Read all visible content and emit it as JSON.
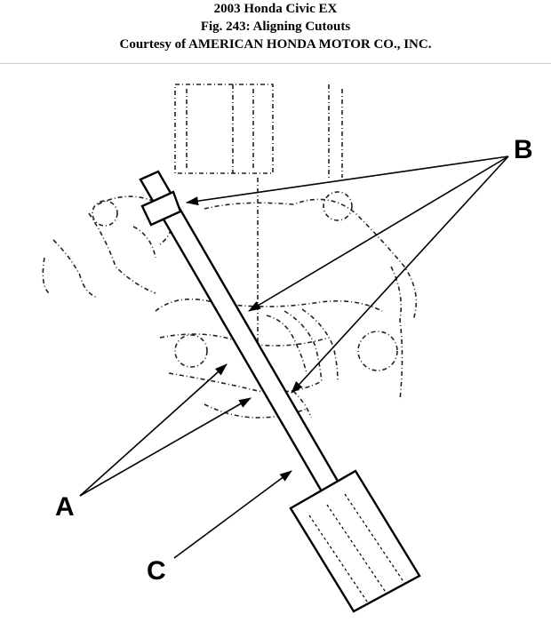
{
  "header": {
    "vehicle": "2003 Honda Civic EX",
    "figure": "Fig. 243: Aligning Cutouts",
    "courtesy": "Courtesy of AMERICAN HONDA MOTOR CO., INC."
  },
  "callouts": {
    "a": "A",
    "b": "B",
    "c": "C"
  },
  "colors": {
    "ink": "#000000",
    "background": "#ffffff"
  }
}
